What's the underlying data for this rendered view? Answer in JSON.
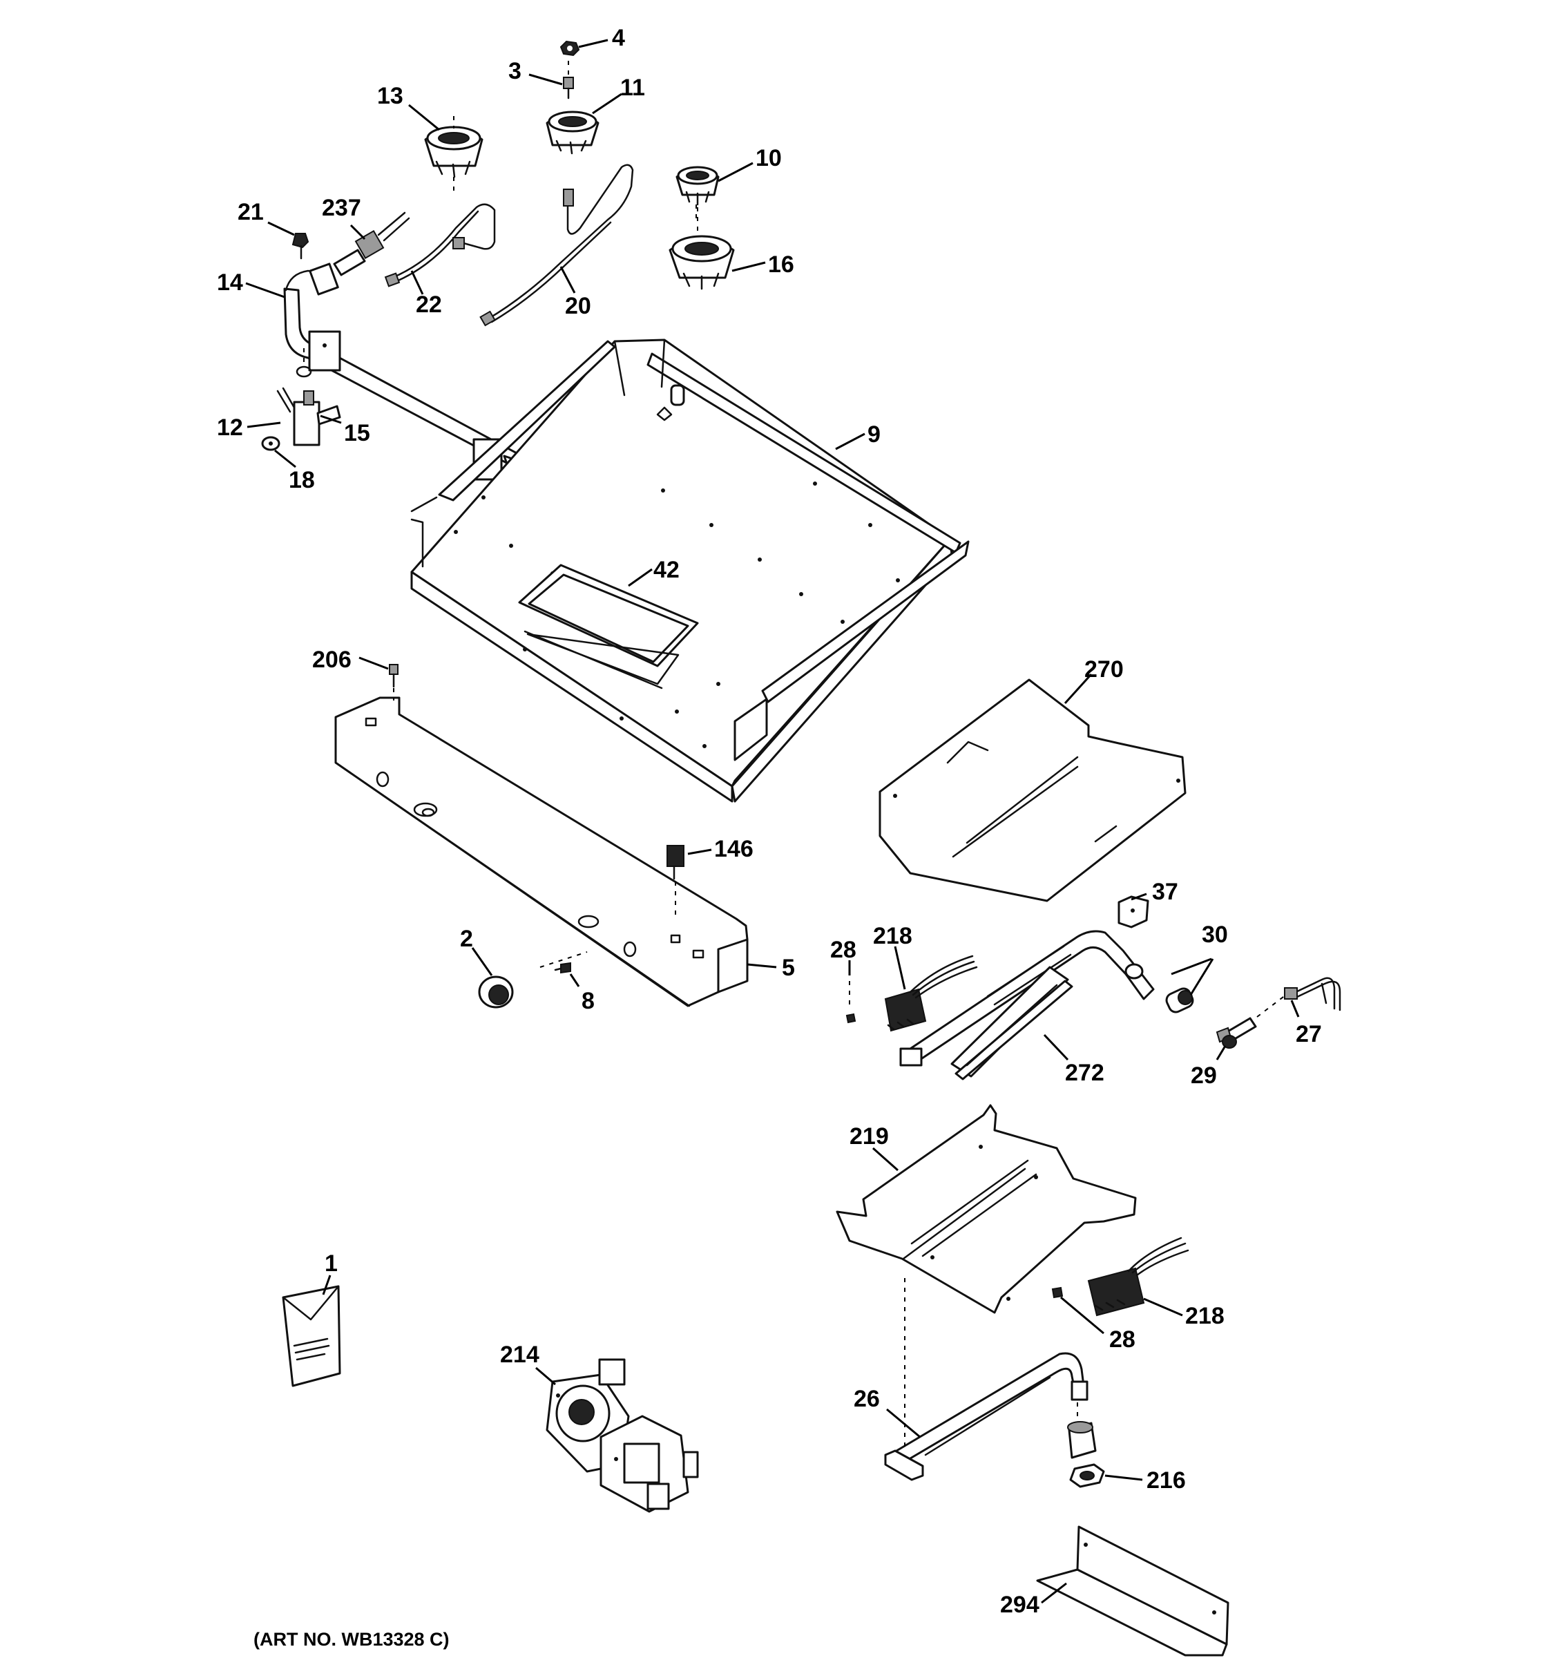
{
  "diagram": {
    "art_number": "(ART NO. WB13328 C)",
    "callouts": [
      "4",
      "3",
      "11",
      "13",
      "10",
      "16",
      "21",
      "237",
      "14",
      "22",
      "20",
      "12",
      "15",
      "18",
      "9",
      "42",
      "206",
      "270",
      "146",
      "37",
      "2",
      "5",
      "8",
      "28",
      "218",
      "30",
      "27",
      "272",
      "29",
      "219",
      "218",
      "28",
      "1",
      "214",
      "26",
      "216",
      "294"
    ]
  }
}
